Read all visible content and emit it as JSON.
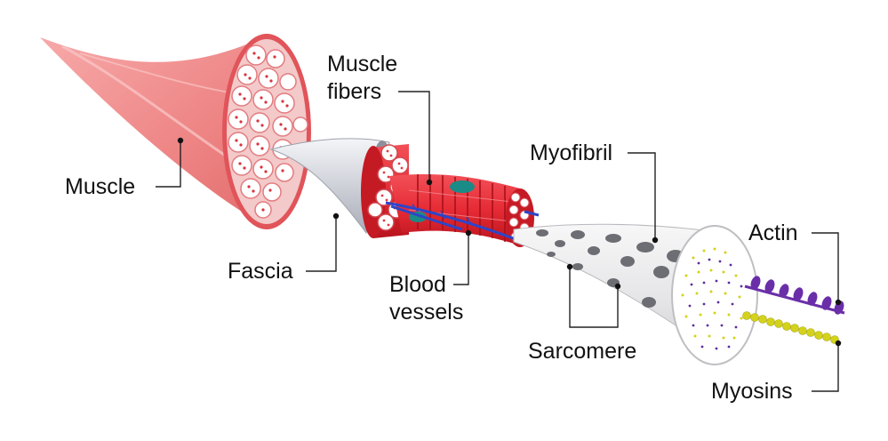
{
  "labels": {
    "muscle": "Muscle",
    "fascia": "Fascia",
    "muscle_fibers_line1": "Muscle",
    "muscle_fibers_line2": "fibers",
    "blood_vessels_line1": "Blood",
    "blood_vessels_line2": "vessels",
    "myofibril": "Myofibril",
    "sarcomere": "Sarcomere",
    "actin": "Actin",
    "myosins": "Myosins"
  },
  "colors": {
    "muscle": "#f08a8a",
    "muscle_face": "#f6c4c4",
    "fascia": "#d9dbe2",
    "fiber_red": "#e8303a",
    "blood_vessel": "#2d45c8",
    "myofibril": "#ededee",
    "myofibril_spot": "#6d6e74",
    "actin": "#6a2fa8",
    "myosin": "#d4d21a",
    "leader": "#222222"
  }
}
